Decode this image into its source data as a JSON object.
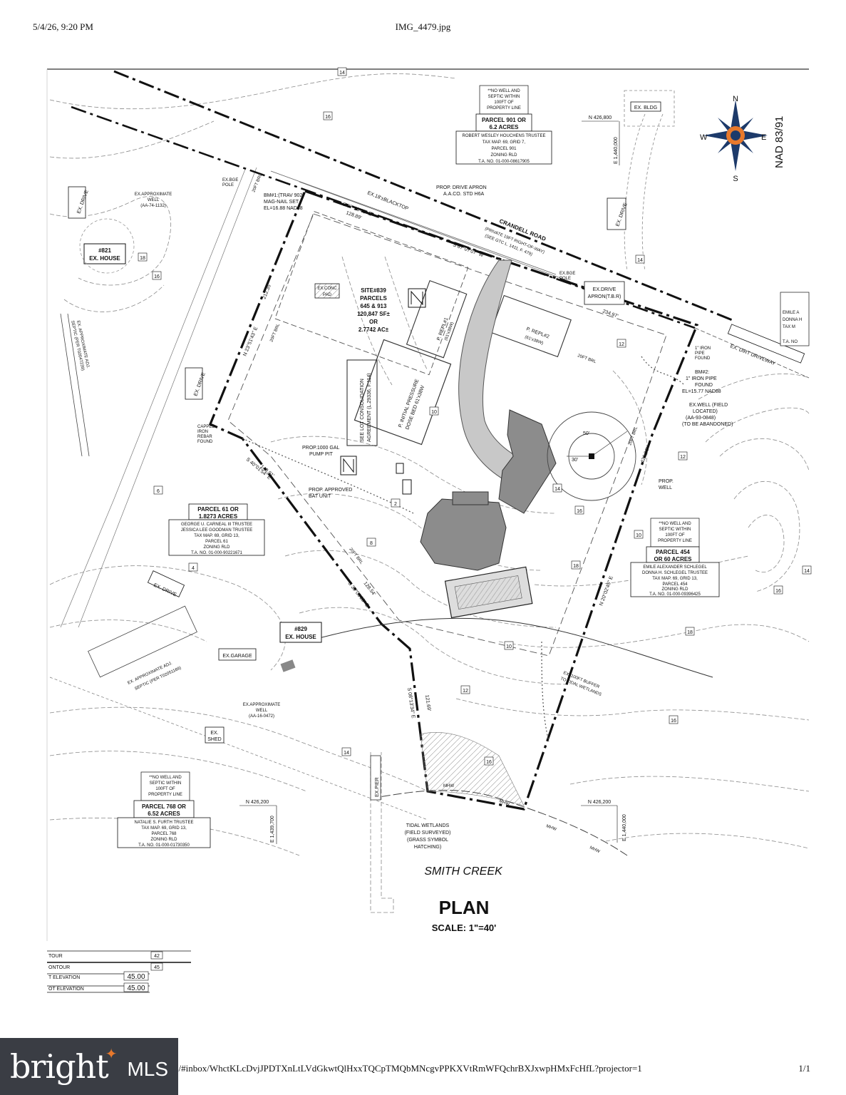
{
  "header": {
    "timestamp": "5/4/26, 9:20 PM",
    "filename": "IMG_4479.jpg"
  },
  "footer": {
    "url": "0/#inbox/WhctKLcDvjJPDTXnLtLVdGkwtQlHxxTQCpTMQbMNcgvPPKXVtRmWFQchrBXJxwpHMxFcHfL?projector=1",
    "page": "1/1"
  },
  "logo": {
    "word": "bright",
    "suffix": "MLS"
  },
  "compass": {
    "n": "N",
    "s": "S",
    "e": "E",
    "w": "W",
    "datum": "NAD 83/91"
  },
  "road": {
    "name": "CRANDELL ROAD",
    "sub1": "(PRIVATE 19FT RIGHT-OF-WAY)",
    "sub2": "(SEE GTC L. 1411, F. 479)"
  },
  "site": {
    "l1": "SITE#839",
    "l2": "PARCELS",
    "l3": "645 & 913",
    "l4": "120,847 SF±",
    "l5": "OR",
    "l6": "2.7742 AC±"
  },
  "bearings": {
    "north": "S 67°26'46\" E",
    "north_dist": "128.89'",
    "north2": "S 67°07'07\" W",
    "north2_dist": "234.97'",
    "west": "N 23°51'43\" E",
    "west_dist": "212.35'",
    "sw": "S 40°01'54\" E",
    "sw_dist": "148.91'",
    "sw2": "S 39°09'25\" E",
    "sw2_dist": "128.54'",
    "south": "S 08°13'34\" E",
    "south_dist": "121.69'",
    "east": "N 20°02'45\" E",
    "east_dist": "426.90'"
  },
  "parcels": {
    "p901": {
      "note1": "**NO WELL AND",
      "note2": "SEPTIC WITHIN",
      "note3": "100FT OF",
      "note4": "PROPERTY LINE",
      "title1": "PARCEL 901 OR",
      "title2": "6.2 ACRES",
      "owner": "ROBERT WESLEY HOUCHENS TRUSTEE",
      "map": "TAX MAP. 69, GRID 7,",
      "parcel": "PARCEL 901",
      "zoning": "ZONING RLD",
      "ta": "T.A. NO. 01-000-08617905"
    },
    "p61": {
      "title1": "PARCEL 61 OR",
      "title2": "1.8273 ACRES",
      "owner1": "GEORGE U. CARNEAL III TRUSTEE",
      "owner2": "JESSICA LEE GOODMAN TRUSTEE",
      "map": "TAX MAP. 69, GRID 13,",
      "parcel": "PARCEL 61",
      "zoning": "ZONING RLD",
      "ta": "T.A. NO. 01-000-90221671"
    },
    "p454": {
      "note1": "**NO WELL AND",
      "note2": "SEPTIC WITHIN",
      "note3": "100FT OF",
      "note4": "PROPERTY LINE",
      "title1": "PARCEL 454",
      "title2": "OR 60 ACRES",
      "owner1": "EMILE ALEXANDER SCHLEGEL",
      "owner2": "DONNA H. SCHLEGEL TRUSTEE",
      "map": "TAX MAP. 69, GRID 13,",
      "parcel": "PARCEL 454",
      "zoning": "ZONING RLD",
      "ta": "T.A. NO. 01-000-09396425"
    },
    "p768": {
      "note1": "**NO WELL AND",
      "note2": "SEPTIC WITHIN",
      "note3": "100FT OF",
      "note4": "PROPERTY LINE",
      "title1": "PARCEL 768 OR",
      "title2": "6.52 ACRES",
      "owner": "NATALIE S. FURTH TRUSTEE",
      "map": "TAX MAP. 69, GRID 13,",
      "parcel": "PARCEL 768",
      "zoning": "ZONING RLD",
      "ta": "T.A. NO. 01-000-01730350"
    },
    "edge": {
      "l1": "EMILE A",
      "l2": "DONNA H",
      "l3": "TAX M",
      "l4": "T.A. NO"
    }
  },
  "labels": {
    "ex_bldg": "EX. BLDG",
    "ex_drive": "EX. DRIVE",
    "ex_house_821": "#821",
    "ex_house": "EX. HOUSE",
    "ex_house_829": "#829",
    "ex_garage": "EX.GARAGE",
    "ex_shed1": "EX.",
    "ex_shed2": "SHED",
    "ex_pier": "EX.PIER",
    "ex_conc_pad1": "EX.CONC",
    "ex_conc_pad2": "PAD",
    "ex_dirt_driveway": "EX. DIRT DRIVEWAY",
    "ex_drive_apron1": "EX.DRIVE",
    "ex_drive_apron2": "APRON(T.B.R)",
    "blacktop": "EX.18'±BLACKTOP",
    "bge_pole": "EX.BGE",
    "pole": "POLE",
    "approx_well1": "EX.APPROXIMATE",
    "approx_well2": "WELL",
    "approx_well3": "(AA-74-1132)",
    "approx_well_b3": "(AA-16-0472)",
    "bm1_1": "BM#1:(TRAV 902)",
    "bm1_2": "MAG-NAIL SET",
    "bm1_3": "EL=16.88 NAD88",
    "bm2_1": "BM#2:",
    "bm2_2": "1\" IRON PIPE",
    "bm2_3": "FOUND",
    "bm2_4": "EL=15.77 NAD88",
    "iron_pipe1": "1\" IRON",
    "iron_pipe2": "PIPE",
    "iron_pipe3": "FOUND",
    "prop_drive1": "PROP. DRIVE APRON",
    "prop_drive2": "A.A.CO. STD H6A",
    "ex_well1": "EX.WELL (FIELD",
    "ex_well2": "LOCATED)",
    "ex_well3": "(AA-93-0848)",
    "ex_well4": "(TO BE ABANDONED)",
    "prop_well1": "PROP.",
    "prop_well2": "WELL",
    "pump1": "PROP.1000 GAL",
    "pump2": "PUMP PIT",
    "bat1": "PROP. APPROVED",
    "bat2": "BAT UNIT",
    "capped1": "CAPPED",
    "capped2": "IRON",
    "capped3": "REBAR",
    "capped4": "FOUND",
    "see_lot1": "SEE LOT CONSOLIDATION",
    "see_lot2": "AGREEMENT (L.29336, F.114)",
    "pressure1": "P. INITIAL PRESSURE",
    "pressure2": "DOSE BED 61'x38W",
    "repl1": "P. REPL#1",
    "repl1b": "(61'x38W)",
    "repl2": "P. REPL#2",
    "repl2b": "(61'x38W)",
    "septic_adj1": "EX. APPROXIMATE ADJ.",
    "septic_adj2": "SEPTIC (PER T02047239)",
    "septic_adj3": "EX. APPROXIMATE ADJ.",
    "septic_adj4": "SEPTIC (PER T02051169)",
    "buffer1": "EX. 100FT BUFFER",
    "buffer2": "TO TIDAL WETLANDS",
    "tidal1": "TIDAL WETLANDS",
    "tidal2": "(FIELD SURVEYED)",
    "tidal3": "(GRASS SYMBOL",
    "tidal4": "HATCHING)",
    "creek": "SMITH CREEK",
    "plan": "PLAN",
    "scale": "SCALE: 1\"=40'",
    "brl": "20FT BRL",
    "mhw": "MHW",
    "r50": "50'",
    "r30": "30'"
  },
  "coords": {
    "n1": "N 426,800",
    "e1": "E 1,440,000",
    "n2": "N 426,200",
    "e2": "E 1,439,700",
    "n3": "N 426,200",
    "e3": "E 1,440,000"
  },
  "contours": [
    "14",
    "16",
    "18",
    "16",
    "14",
    "12",
    "10",
    "6",
    "4",
    "2",
    "8",
    "10",
    "12",
    "14",
    "16",
    "18",
    "16",
    "14",
    "12",
    "10"
  ],
  "legend": {
    "rows": [
      {
        "label": "TOUR",
        "value": "42"
      },
      {
        "label": "ONTOUR",
        "value": "45"
      },
      {
        "label": "T ELEVATION",
        "value": "45.00"
      },
      {
        "label": "OT ELEVATION",
        "value": "45.00"
      }
    ]
  }
}
